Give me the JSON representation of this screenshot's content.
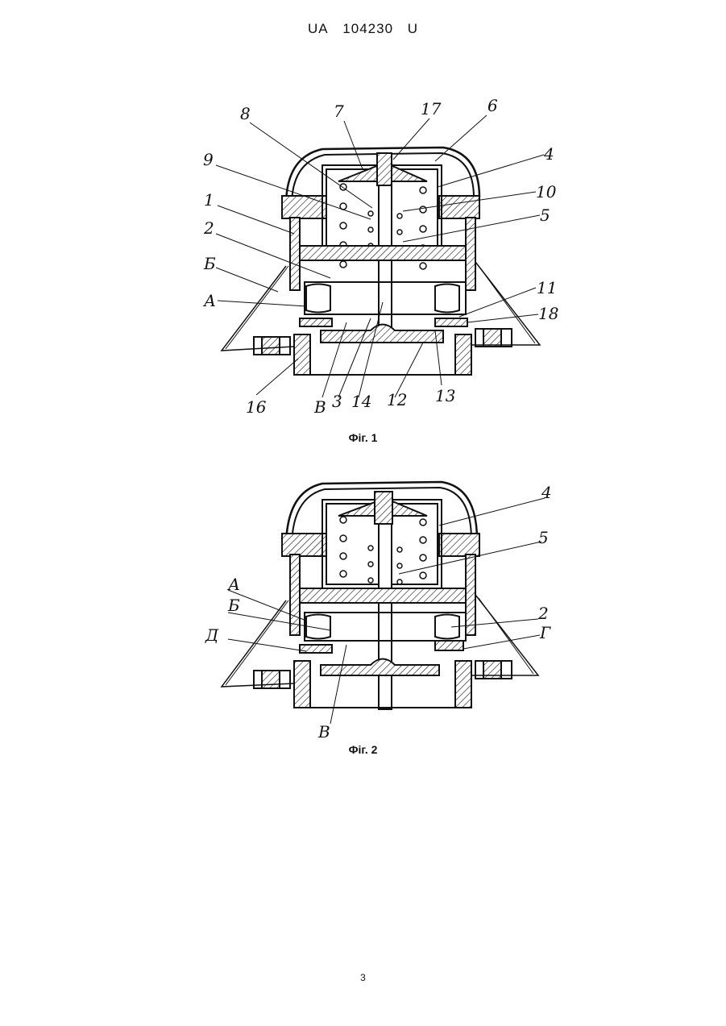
{
  "header": {
    "country": "UA",
    "number": "104230",
    "kind": "U"
  },
  "figure1": {
    "caption": "Фіг. 1",
    "labels": [
      "8",
      "7",
      "17",
      "6",
      "4",
      "9",
      "10",
      "1",
      "5",
      "2",
      "Б",
      "11",
      "А",
      "18",
      "16",
      "В",
      "3",
      "14",
      "12",
      "13"
    ]
  },
  "figure2": {
    "caption": "Фіг. 2",
    "labels": [
      "4",
      "5",
      "А",
      "Б",
      "2",
      "Д",
      "Г",
      "В"
    ]
  },
  "page_number": "3",
  "colors": {
    "ink": "#111111",
    "paper": "#ffffff"
  }
}
